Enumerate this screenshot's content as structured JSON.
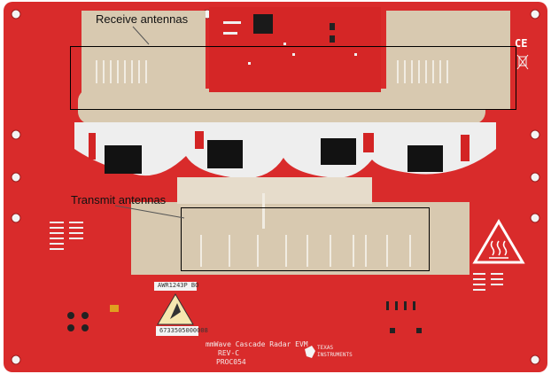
{
  "annotations": {
    "receive_label": "Receive antennas",
    "transmit_label": "Transmit antennas"
  },
  "silkscreen": {
    "board_title": "mmWave Cascade Radar EVM",
    "revision": "REV-C",
    "part_number": "PROC054",
    "chip_label": "AWR1243P BO",
    "brand_line1": "TEXAS",
    "brand_line2": "INSTRUMENTS",
    "esd_code": "6733505000008",
    "ce_mark": "CE"
  },
  "colors": {
    "board": "#d92b2b",
    "antenna_area": "#d8c9b0",
    "chip": "#121212",
    "annotation_box": "#000000"
  },
  "icons": [
    "esd-warning-icon",
    "hot-surface-warning-icon",
    "ti-logo-icon",
    "ce-mark-icon",
    "weee-bin-icon"
  ]
}
